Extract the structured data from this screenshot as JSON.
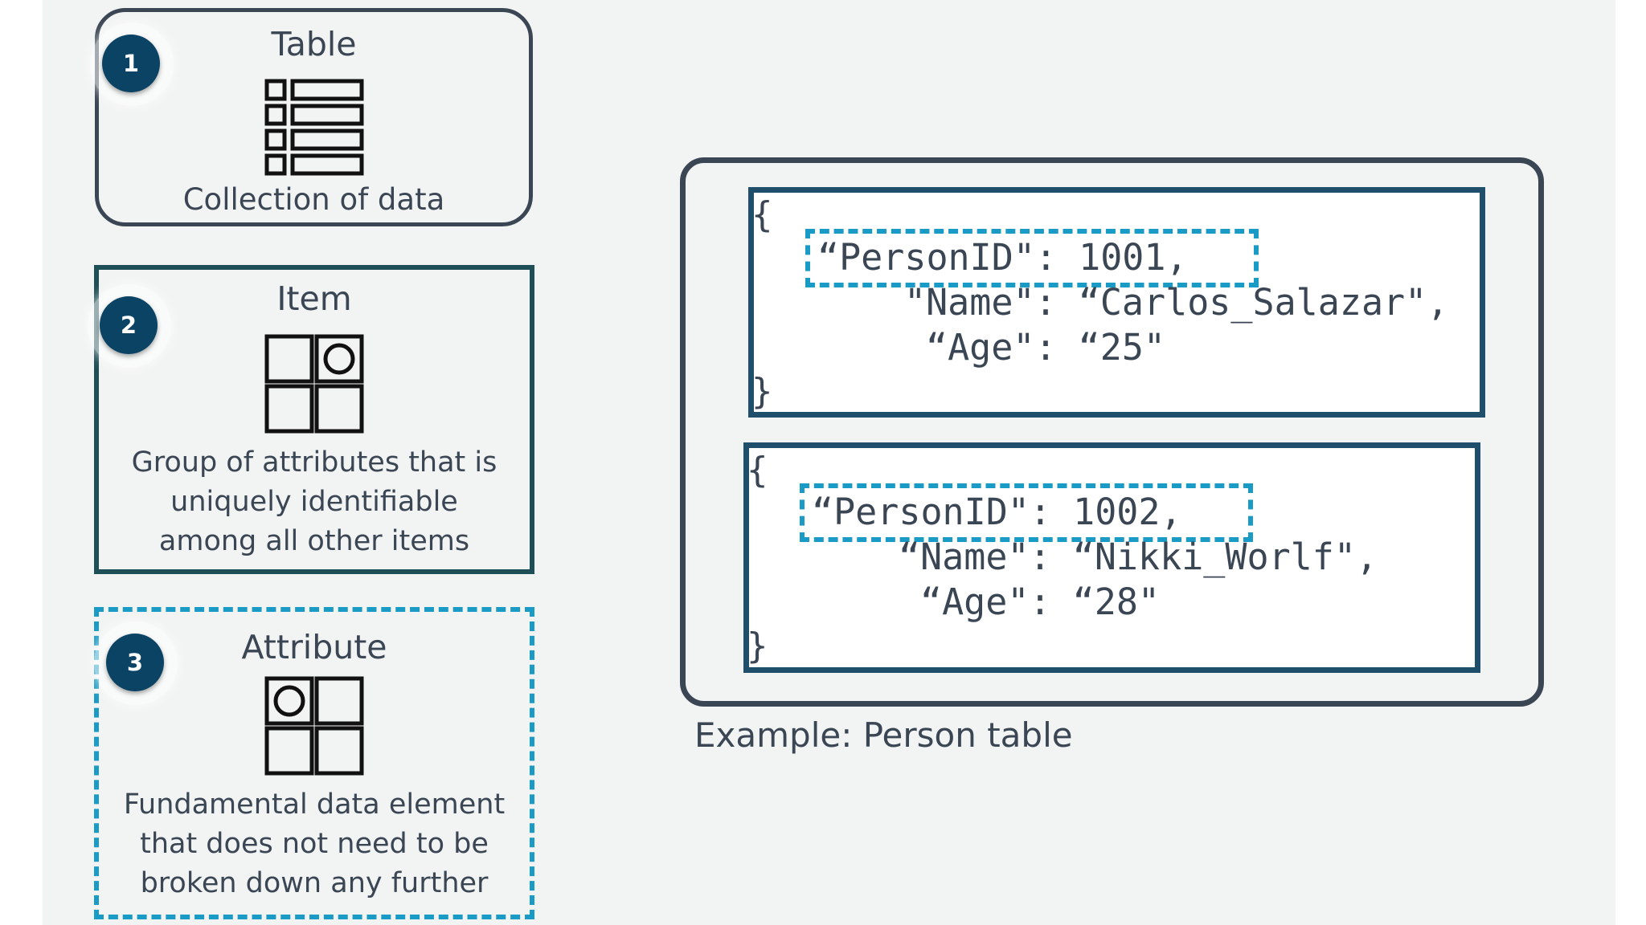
{
  "concepts": [
    {
      "number": "1",
      "title": "Table",
      "description": "Collection of data",
      "icon": "table-icon"
    },
    {
      "number": "2",
      "title": "Item",
      "description_lines": [
        "Group of attributes that is",
        "uniquely identifiable",
        "among all other items"
      ],
      "icon": "item-grid-icon"
    },
    {
      "number": "3",
      "title": "Attribute",
      "description_lines": [
        "Fundamental data element",
        "that does not need to be",
        "broken down any further"
      ],
      "icon": "attribute-grid-icon"
    }
  ],
  "example": {
    "caption": "Example: Person table",
    "records": [
      {
        "open": "{",
        "key_line": "“PersonID\": 1001,",
        "name_line": "\"Name\": “Carlos_Salazar\",",
        "age_line": "“Age\": “25\"",
        "close": "}"
      },
      {
        "open": "{",
        "key_line": "“PersonID\": 1002,",
        "name_line": "“Name\": “Nikki_Worlf\",",
        "age_line": "“Age\": “28\"",
        "close": "}"
      }
    ]
  },
  "colors": {
    "badge": "#0b4365",
    "table_border": "#3b4654",
    "item_border": "#1f4f56",
    "attribute_border": "#1a9bc6",
    "record_border": "#1f4f6b",
    "text": "#3b4654"
  }
}
